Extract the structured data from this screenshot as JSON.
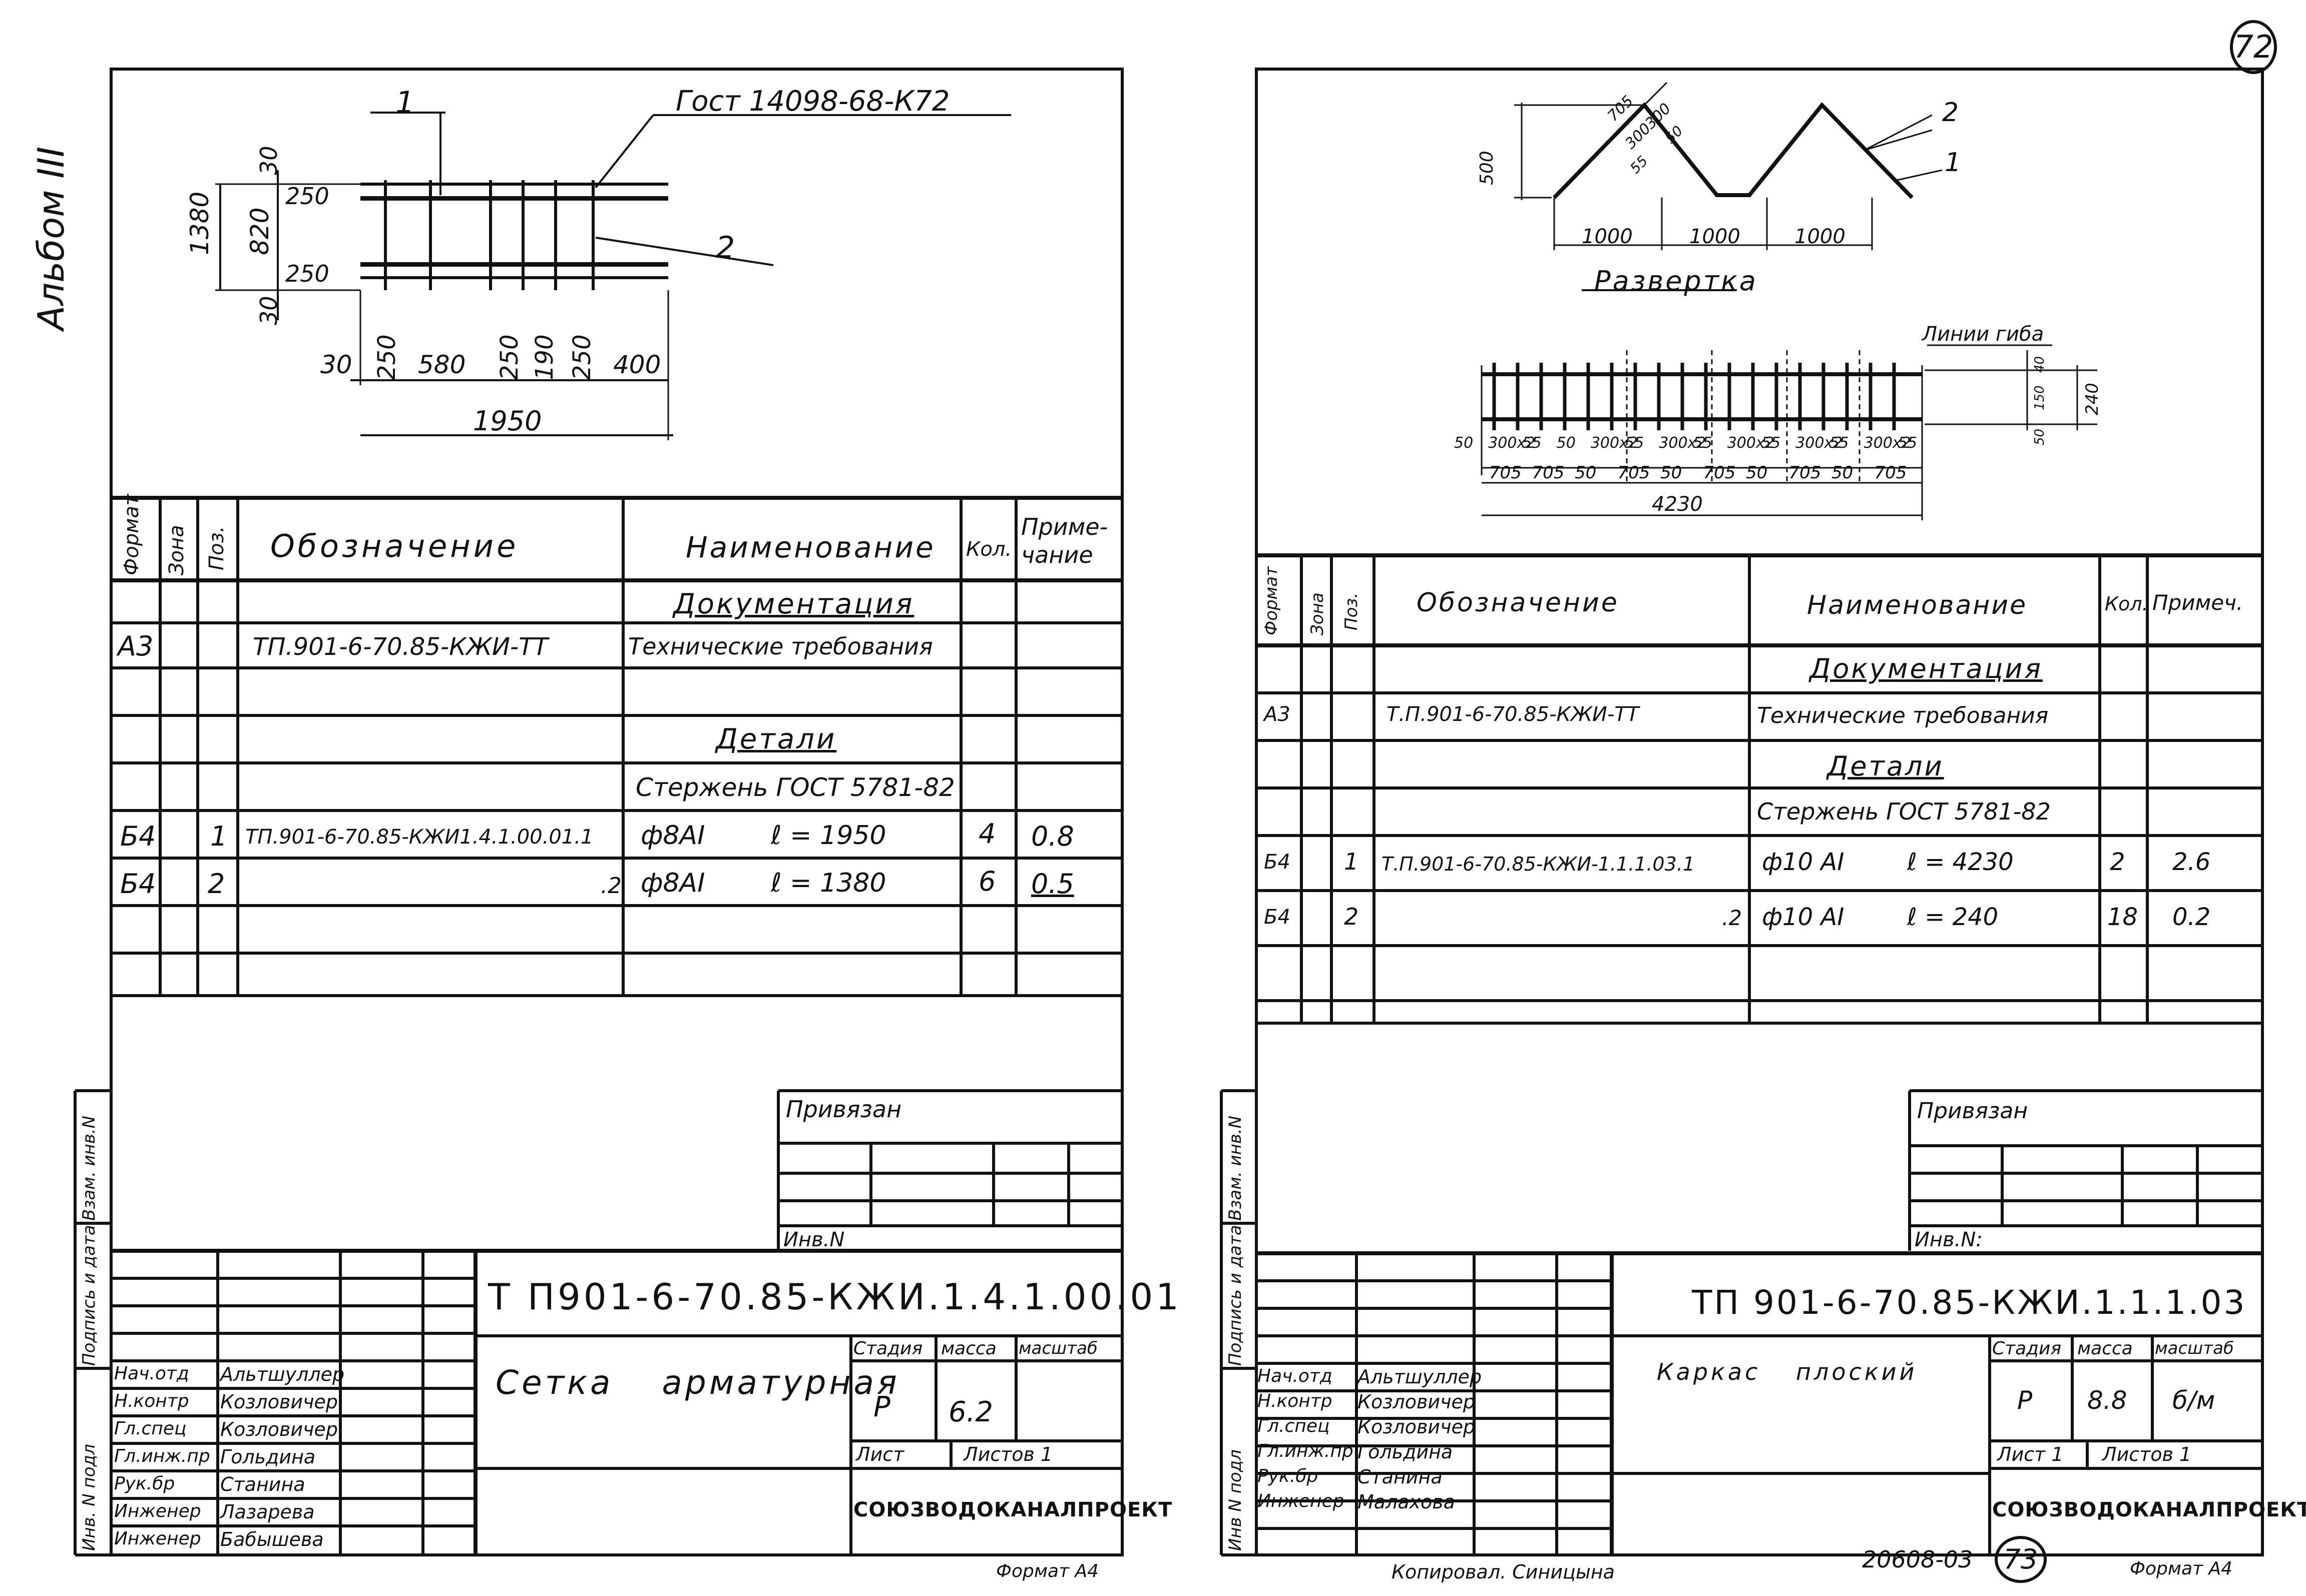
{
  "left": {
    "album_label": "Альбом III",
    "drawing": {
      "gost_label": "Гост 14098-68-К72",
      "callout_1": "1",
      "callout_2": "2",
      "dim_1380": "1380",
      "dim_820": "820",
      "dim_30_top": "30",
      "dim_30_bot": "30",
      "dim_250_top": "250",
      "dim_250_bot": "250",
      "dims_bottom": [
        "30",
        "250",
        "580",
        "250",
        "190",
        "250",
        "400"
      ],
      "dim_total": "1950"
    },
    "spec": {
      "headers": {
        "format": "Формат",
        "zone": "Зона",
        "pos": "Поз.",
        "designation": "Обозначение",
        "name": "Наименование",
        "qty": "Кол.",
        "note": "Приме-чание"
      },
      "section_docs": "Документация",
      "row_doc": {
        "format": "А3",
        "designation": "ТП.901-6-70.85-КЖИ-ТТ",
        "name": "Технические требования"
      },
      "section_parts": "Детали",
      "row_rod": {
        "name": "Стержень ГОСТ 5781-82"
      },
      "rows": [
        {
          "format": "Б4",
          "pos": "1",
          "designation": "ТП.901-6-70.85-КЖИ1.4.1.00.01.1",
          "name": "ф8АI",
          "len": "ℓ = 1950",
          "qty": "4",
          "note": "0.8"
        },
        {
          "format": "Б4",
          "pos": "2",
          "designation": ".2",
          "name": "ф8АI",
          "len": "ℓ = 1380",
          "qty": "6",
          "note": "0.5"
        }
      ]
    },
    "side_labels": {
      "vzam": "Взам. инв.N",
      "podp": "Подпись и дата",
      "inv": "Инв. N подл"
    },
    "privyazan": "Привязан",
    "inv_n": "Инв.N",
    "title_block": {
      "code": "Т П901-6-70.85-КЖИ.1.4.1.00.01",
      "title": "Сетка арматурная",
      "stage_label": "Стадия",
      "mass_label": "масса",
      "scale_label": "масштаб",
      "stage": "Р",
      "mass": "6.2",
      "scale": "",
      "sheet_label": "Лист",
      "sheets_label": "Листов 1",
      "org": "СОЮЗВОДОКАНАЛПРОЕКТ",
      "staff": [
        {
          "role": "Нач.отд",
          "name": "Альтшуллер"
        },
        {
          "role": "Н.контр",
          "name": "Козловичер"
        },
        {
          "role": "Гл.спец",
          "name": "Козловичер"
        },
        {
          "role": "Гл.инж.пр",
          "name": "Гольдина"
        },
        {
          "role": "Рук.бр",
          "name": "Станина"
        },
        {
          "role": "Инженер",
          "name": "Лазарева"
        },
        {
          "role": "Инженер",
          "name": "Бабышева"
        }
      ]
    },
    "format_label": "Формат А4"
  },
  "right": {
    "corner_number": "72",
    "drawing": {
      "callout_1": "1",
      "callout_2": "2",
      "dim_500": "500",
      "dim_705": "705",
      "dim_300a": "300",
      "dim_300b": "300",
      "dim_55a": "55",
      "dim_50a": "50",
      "dim_1000": [
        "1000",
        "1000",
        "1000"
      ],
      "razvertka": "Развертка",
      "bend_lines": "Линии гиба",
      "dims_row1": [
        "50",
        "300x2",
        "55",
        "50",
        "300x2",
        "55",
        "300x2",
        "55",
        "300x2",
        "55",
        "300x2",
        "55",
        "300x2",
        "55"
      ],
      "dims_row2": [
        "705",
        "705",
        "50",
        "705",
        "50",
        "705",
        "50",
        "705",
        "50",
        "705"
      ],
      "dim_total": "4230",
      "dim_side": [
        "40",
        "150",
        "50"
      ],
      "dim_240": "240"
    },
    "spec": {
      "headers": {
        "format": "Формат",
        "zone": "Зона",
        "pos": "Поз.",
        "designation": "Обозначение",
        "name": "Наименование",
        "qty": "Кол.",
        "note": "Примеч."
      },
      "section_docs": "Документация",
      "row_doc": {
        "format": "А3",
        "designation": "Т.П.901-6-70.85-КЖИ-ТТ",
        "name": "Технические требования"
      },
      "section_parts": "Детали",
      "row_rod": {
        "name": "Стержень ГОСТ 5781-82"
      },
      "rows": [
        {
          "format": "Б4",
          "pos": "1",
          "designation": "Т.П.901-6-70.85-КЖИ-1.1.1.03.1",
          "name": "ф10 АI",
          "len": "ℓ = 4230",
          "qty": "2",
          "note": "2.6"
        },
        {
          "format": "Б4",
          "pos": "2",
          "designation": ".2",
          "name": "ф10 АI",
          "len": "ℓ = 240",
          "qty": "18",
          "note": "0.2"
        }
      ]
    },
    "side_labels": {
      "vzam": "Взам. инв.N",
      "podp": "Подпись и дата",
      "inv": "Инв N подл"
    },
    "privyazan": "Привязан",
    "inv_n": "Инв.N:",
    "title_block": {
      "code": "ТП 901-6-70.85-КЖИ.1.1.1.03",
      "title": "Каркас плоский",
      "stage_label": "Стадия",
      "mass_label": "масса",
      "scale_label": "масштаб",
      "stage": "Р",
      "mass": "8.8",
      "scale": "б/м",
      "sheet_label": "Лист 1",
      "sheets_label": "Листов 1",
      "org": "СОЮЗВОДОКАНАЛПРОЕКТ",
      "staff": [
        {
          "role": "Нач.отд",
          "name": "Альтшуллер"
        },
        {
          "role": "Н.контр",
          "name": "Козловичер"
        },
        {
          "role": "Гл.спец",
          "name": "Козловичер"
        },
        {
          "role": "Гл.инж.пр",
          "name": "Гольдина"
        },
        {
          "role": "Рук.бр",
          "name": "Станина"
        },
        {
          "role": "Инженер",
          "name": "Малахова"
        }
      ]
    },
    "copied_by": "Копировал. Синицына",
    "doc_number": "20608-03",
    "page_number": "73",
    "format_label": "Формат А4"
  }
}
